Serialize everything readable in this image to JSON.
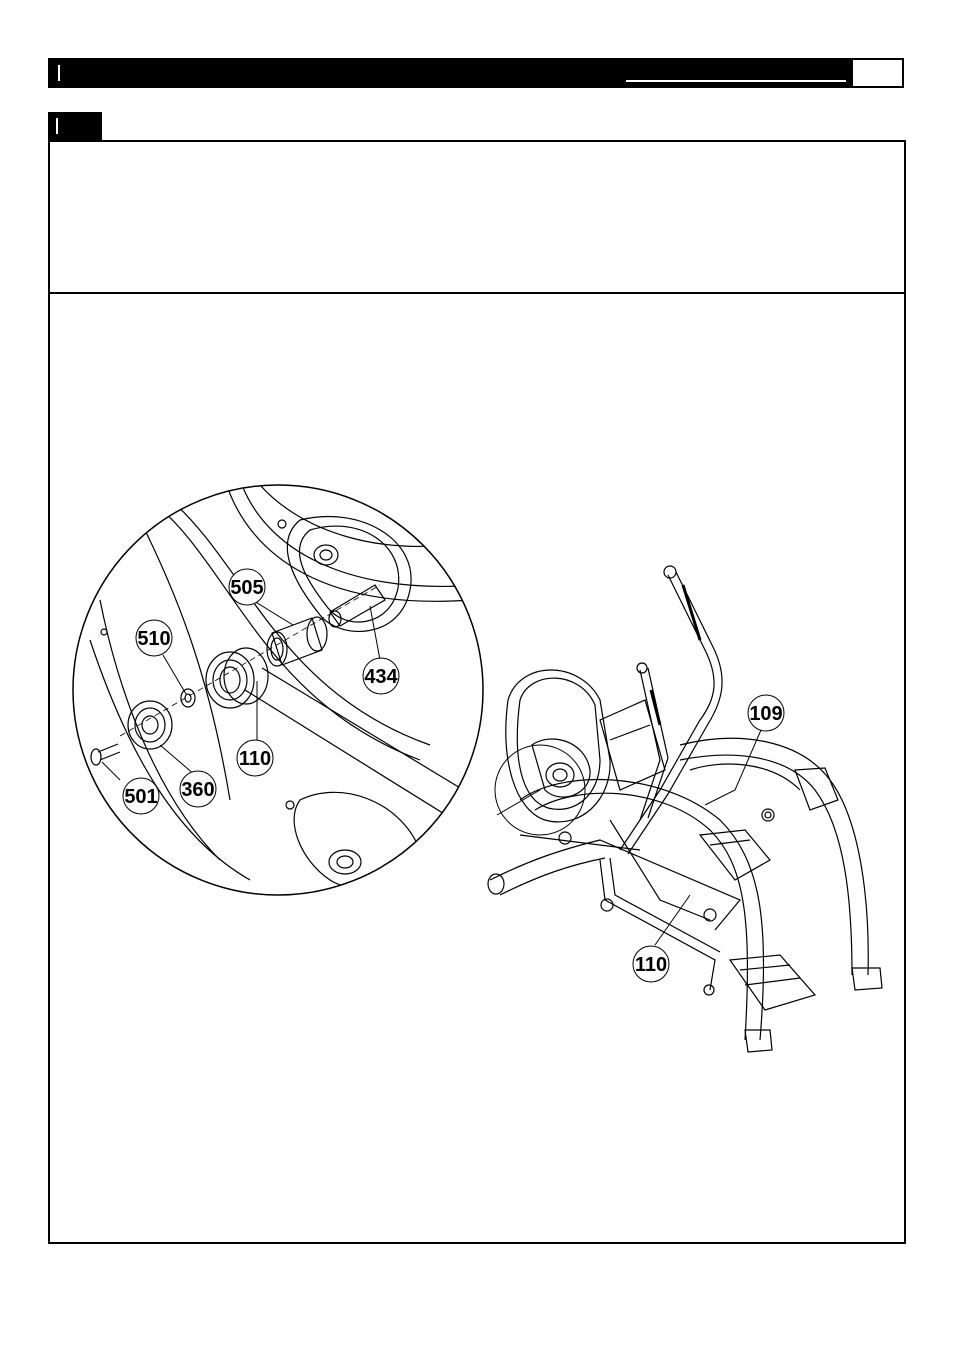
{
  "callouts": {
    "c505": "505",
    "c510": "510",
    "c434": "434",
    "c110_detail": "110",
    "c501": "501",
    "c360": "360",
    "c109": "109",
    "c110_main": "110"
  }
}
